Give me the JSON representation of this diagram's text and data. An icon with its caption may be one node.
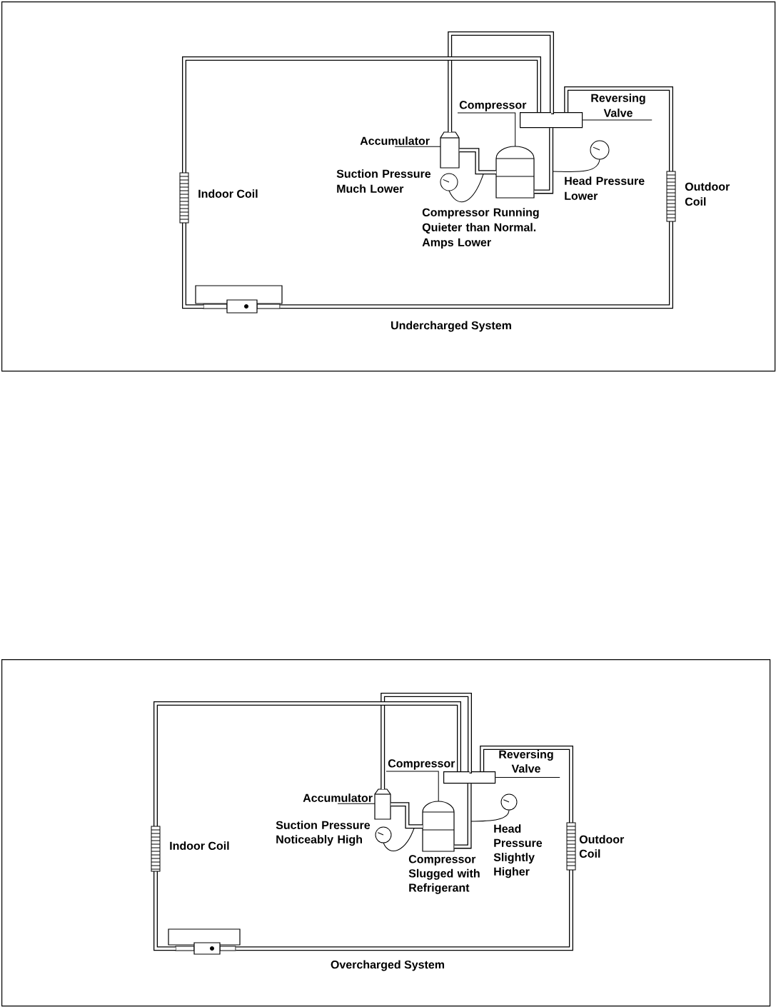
{
  "diagram": {
    "nodes": [
      {
        "text": [
          "Undercharged System"
        ]
      },
      {
        "text": [
          "Compressor"
        ],
        "in": 0
      },
      {
        "text": [],
        "shape": "cylinder",
        "in": 0,
        "beside": [
          "Compressor Running Quieter than Normal. Amps Lower"
        ]
      },
      {
        "text": [
          "Reversing Valve"
        ],
        "in": 0
      },
      {
        "text": [],
        "shape": "box",
        "in": 0
      },
      {
        "text": [
          "Accumulator"
        ],
        "in": 0
      },
      {
        "text": [],
        "shape": "cylinder",
        "in": 0
      },
      {
        "text": [
          "Overcharged System"
        ]
      },
      {
        "text": [
          "Compressor"
        ],
        "in": 7
      },
      {
        "text": [],
        "shape": "cylinder",
        "in": 7,
        "beside": [
          "Compressor Slugged with Refrigerant"
        ]
      },
      {
        "text": [
          "Reversing Valve"
        ],
        "in": 7
      },
      {
        "text": [],
        "shape": "box",
        "in": 7
      },
      {
        "text": [
          "Accumulator"
        ],
        "in": 7
      },
      {
        "text": [],
        "shape": "cylinder",
        "in": 7
      },
      {
        "text": [],
        "shape": "box",
        "in": 0
      },
      {
        "text": [],
        "shape": "box",
        "in": 7
      }
    ],
    "edges": [
      {
        "from": 1,
        "to": 2,
        "arrow": "none"
      },
      {
        "from": 3,
        "to": 4,
        "arrow": "none"
      },
      {
        "from": 5,
        "to": 6,
        "arrow": "none"
      },
      {
        "from": 6,
        "to": 2,
        "arrow": "none"
      },
      {
        "from": 2,
        "to": 4,
        "arrow": "none"
      },
      {
        "from": 6,
        "to": 4,
        "arrow": "none"
      },
      {
        "from": 8,
        "to": 9,
        "arrow": "none"
      },
      {
        "from": 10,
        "to": 11,
        "arrow": "none"
      },
      {
        "from": 12,
        "to": 13,
        "arrow": "none"
      },
      {
        "from": 13,
        "to": 9,
        "arrow": "none"
      },
      {
        "from": 9,
        "to": 11,
        "arrow": "none"
      },
      {
        "from": 13,
        "to": 11,
        "arrow": "none"
      },
      {
        "from": 14,
        "to": 4,
        "arrow": "none"
      },
      {
        "from": 14,
        "to": 4,
        "arrow": "none"
      },
      {
        "from": 15,
        "to": 11,
        "arrow": "none"
      },
      {
        "from": 15,
        "to": 11,
        "arrow": "none"
      }
    ],
    "labels": [
      "Suction Pressure Much Lower",
      "Head Pressure Lower",
      "Outdoor Coil",
      "Indoor Coil",
      "Suction Pressure Noticeably High",
      "Head Pressure Slightly Higher",
      "Outdoor Coil",
      "Indoor Coil"
    ]
  }
}
